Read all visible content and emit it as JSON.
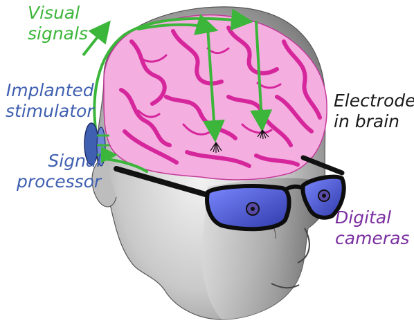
{
  "labels": {
    "visual_signals": [
      "Visual",
      "signals"
    ],
    "implanted_stimulator": [
      "Implanted",
      "stimulator"
    ],
    "signal_processor": [
      "Signal",
      "processor"
    ],
    "electrodes_in_brain": [
      "Electrodes",
      "in brain"
    ],
    "digital_cameras": [
      "Digital",
      "cameras"
    ]
  },
  "colors": {
    "green": "#3cb63a",
    "blue": "#3f5fb0",
    "purple": "#7a2fa0",
    "brain_pink": "#f4aee0",
    "brain_folds": "#d6269c",
    "dark": "#1a1a1a"
  }
}
